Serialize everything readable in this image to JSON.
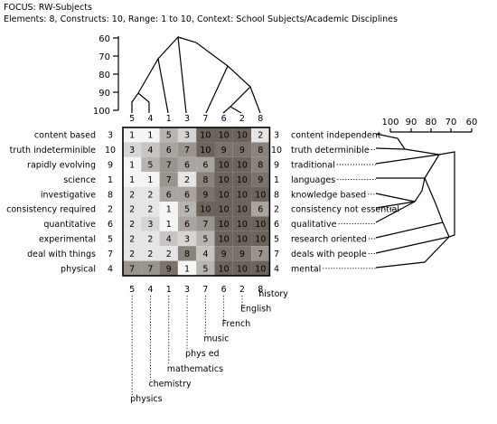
{
  "header": {
    "focus_line": "FOCUS: RW-Subjects",
    "info_line": "Elements: 8, Constructs: 10, Range: 1 to 10, Context: School Subjects/Academic Disciplines"
  },
  "element_tree": {
    "scale_labels": [
      "60",
      "70",
      "80",
      "90",
      "100"
    ],
    "scale_values": [
      60,
      70,
      80,
      90,
      100
    ]
  },
  "construct_tree": {
    "scale_labels": [
      "100",
      "90",
      "80",
      "70",
      "60"
    ],
    "scale_values": [
      100,
      90,
      80,
      70,
      60
    ]
  },
  "columns": [
    "5",
    "4",
    "1",
    "3",
    "7",
    "6",
    "2",
    "8"
  ],
  "elements": [
    "physics",
    "chemistry",
    "mathematics",
    "phys ed",
    "music",
    "French",
    "English",
    "history"
  ],
  "grid": {
    "left_poles": [
      "content based",
      "truth indeterminible",
      "rapidly evolving",
      "science",
      "investigative",
      "consistency required",
      "quantitative",
      "experimental",
      "deal with things",
      "physical"
    ],
    "left_numbers": [
      "3",
      "10",
      "9",
      "1",
      "8",
      "2",
      "6",
      "5",
      "7",
      "4"
    ],
    "right_numbers": [
      "3",
      "10",
      "9",
      "1",
      "8",
      "2",
      "6",
      "5",
      "7",
      "4"
    ],
    "right_poles": [
      "content independent",
      "truth determinible",
      "traditional",
      "languages",
      "knowledge based",
      "consistency not essential",
      "qualitative",
      "research oriented",
      "deals with people",
      "mental"
    ],
    "values": [
      [
        "1",
        "1",
        "5",
        "3",
        "10",
        "10",
        "10",
        "2"
      ],
      [
        "3",
        "4",
        "6",
        "7",
        "10",
        "9",
        "9",
        "8"
      ],
      [
        "1",
        "5",
        "7",
        "6",
        "6",
        "10",
        "10",
        "8"
      ],
      [
        "1",
        "1",
        "7",
        "2",
        "8",
        "10",
        "10",
        "9"
      ],
      [
        "2",
        "2",
        "6",
        "6",
        "9",
        "10",
        "10",
        "10"
      ],
      [
        "2",
        "2",
        "1",
        "5",
        "10",
        "10",
        "10",
        "6"
      ],
      [
        "2",
        "3",
        "1",
        "6",
        "7",
        "10",
        "10",
        "10"
      ],
      [
        "2",
        "2",
        "4",
        "3",
        "5",
        "10",
        "10",
        "10"
      ],
      [
        "2",
        "2",
        "2",
        "8",
        "4",
        "9",
        "9",
        "7"
      ],
      [
        "7",
        "7",
        "9",
        "1",
        "5",
        "10",
        "10",
        "10"
      ]
    ]
  }
}
